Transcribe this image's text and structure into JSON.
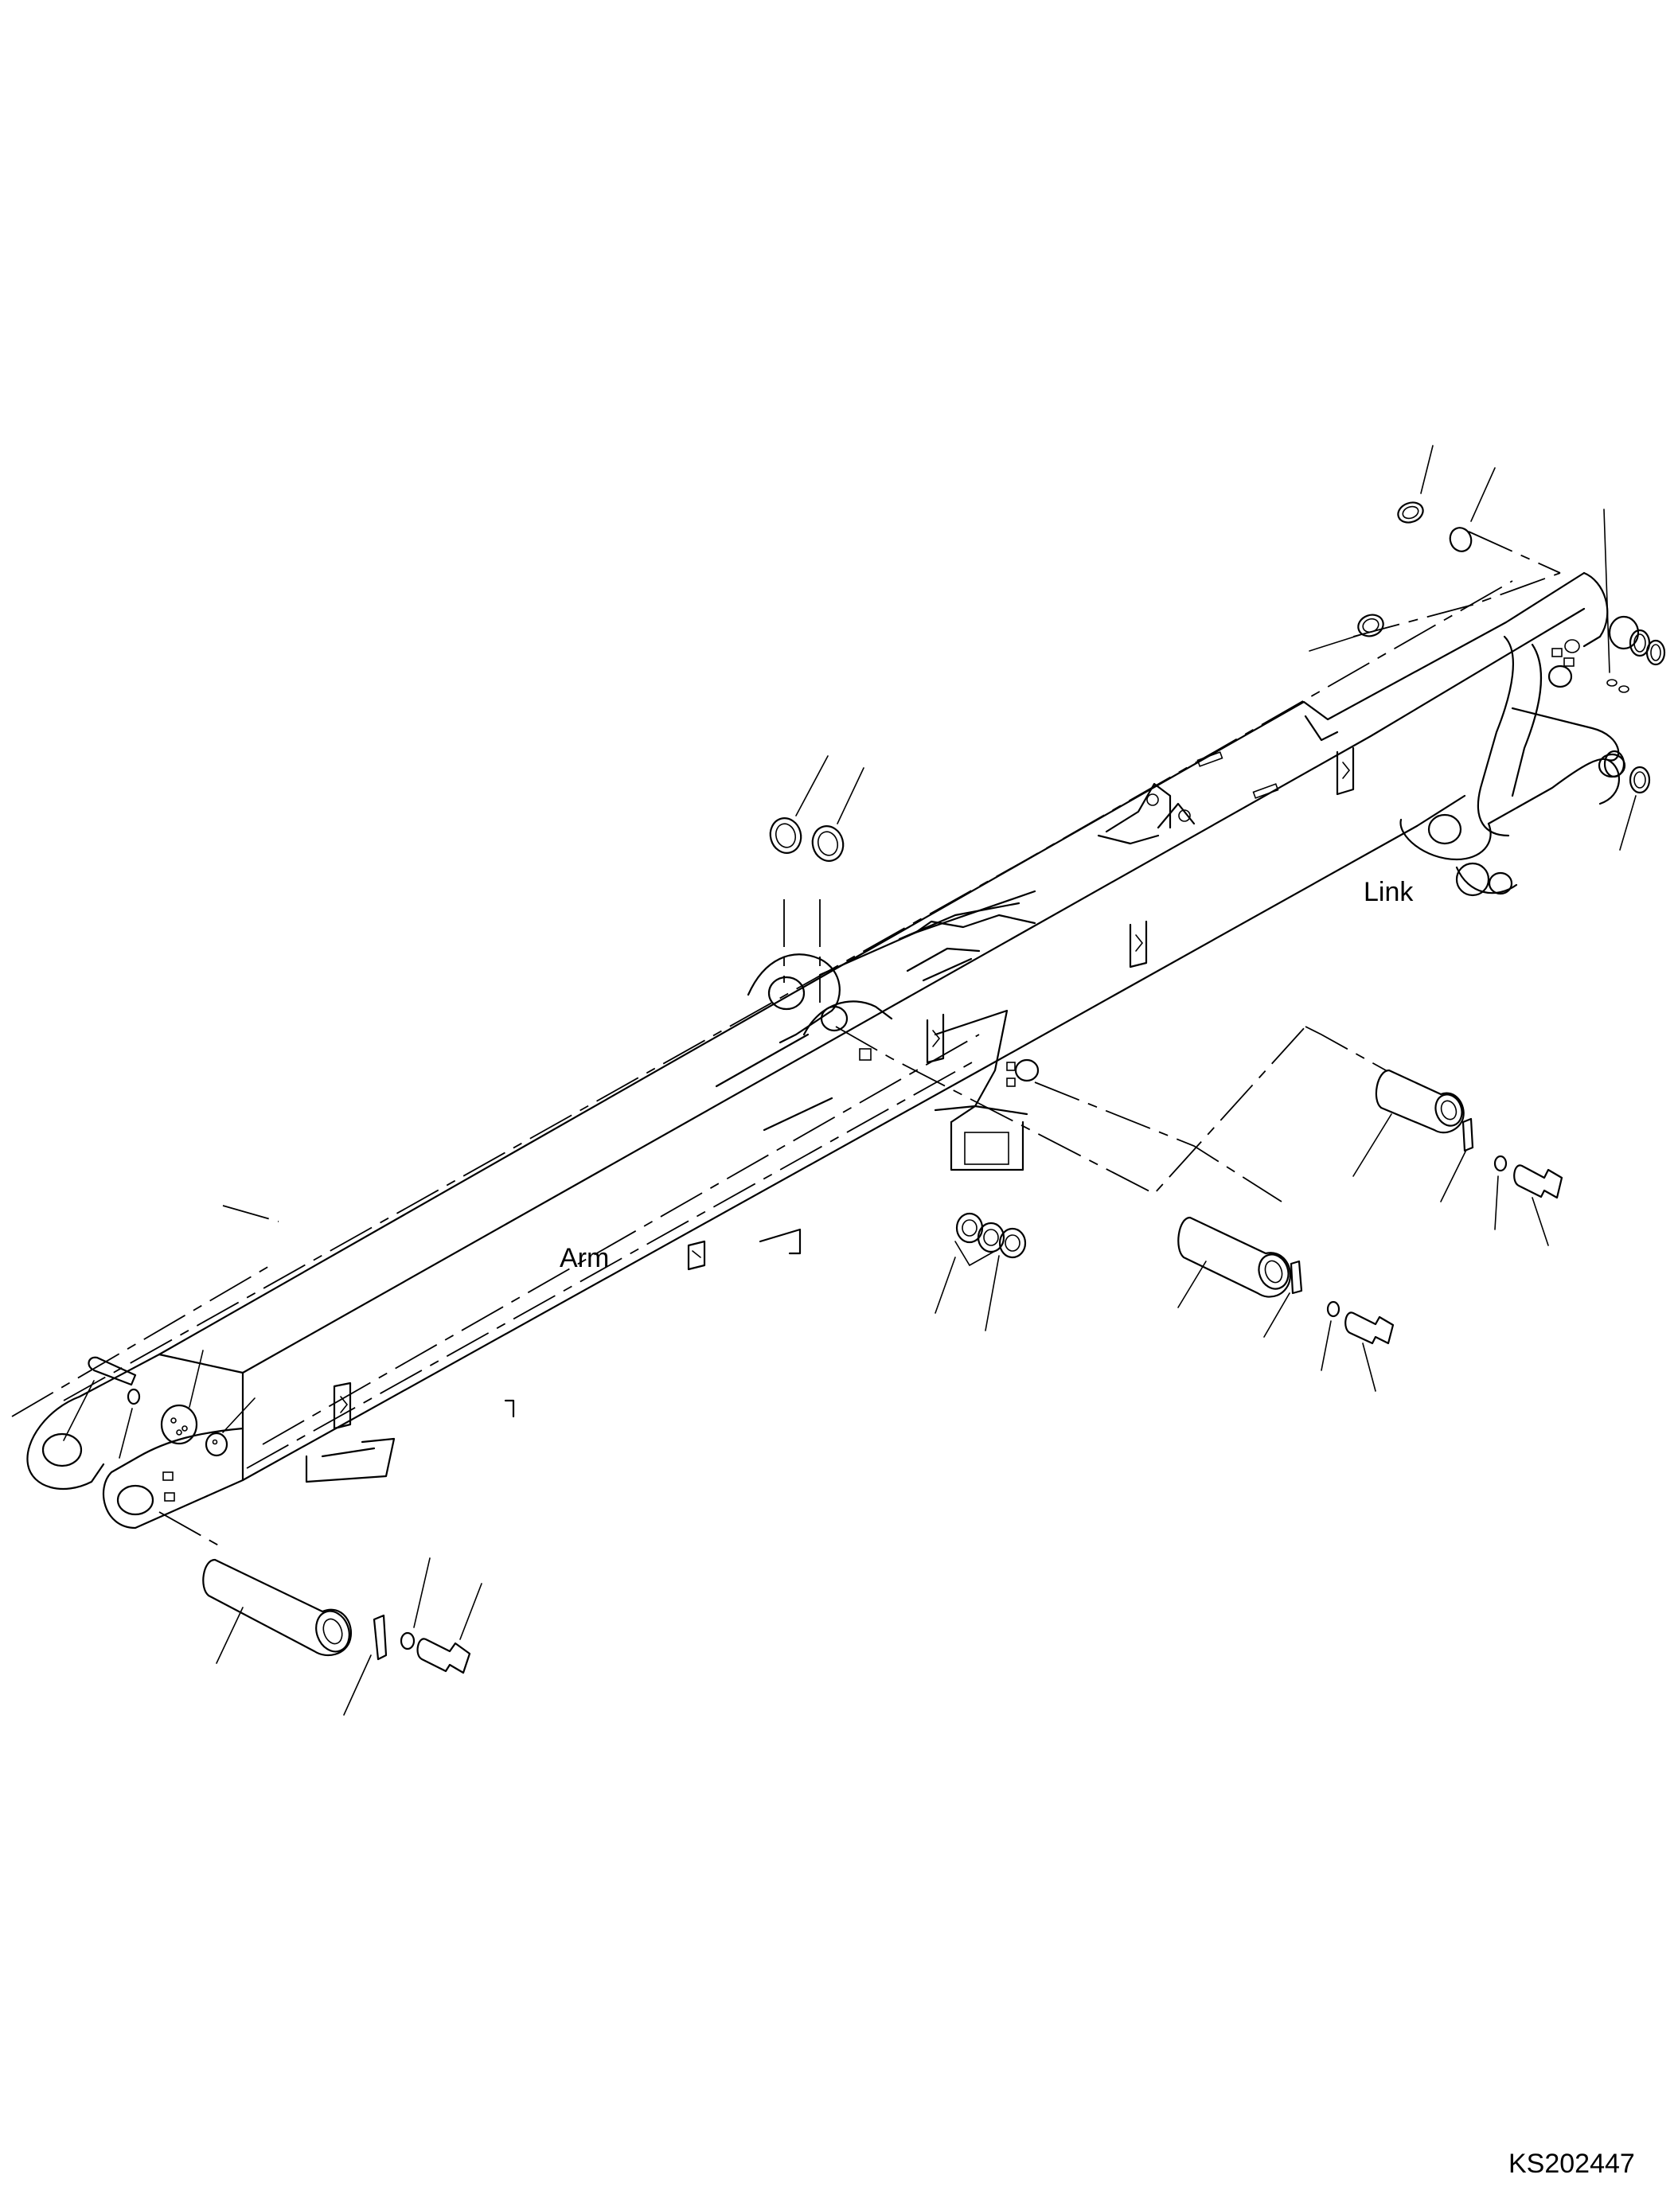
{
  "labels": {
    "arm": "Arm",
    "link": "Link",
    "drawing_id": "KS202447"
  },
  "colors": {
    "ink": "#000000",
    "paper": "#ffffff"
  }
}
